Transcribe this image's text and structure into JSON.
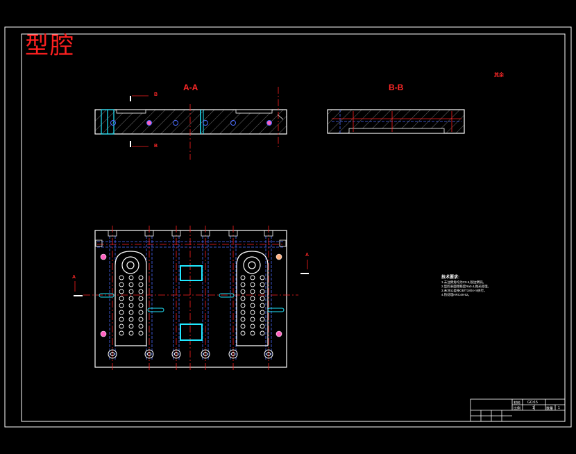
{
  "drawing": {
    "title": "型腔",
    "section_aa": "A-A",
    "section_bb": "B-B",
    "cut_label_b": "B",
    "cut_label_a": "A",
    "roughness_note": "其余",
    "tech_requirements": {
      "heading": "技术要求:",
      "items": [
        "1.未注倒角均为C0.5,锐边倒钝。",
        "2.型腔表面粗糙度Ra0.4,抛光处理。",
        "3.未注公差按GB/T1804-m执行。",
        "4.热处理HRC48-52。"
      ]
    },
    "title_block": {
      "material_label": "材料",
      "material_value": "GCr15",
      "scale_label": "比例",
      "scale_value": "1",
      "qty_label": "数量",
      "qty_value": "1"
    }
  },
  "colors": {
    "background": "#000000",
    "outline": "#ffffff",
    "centerline": "#ff2020",
    "hidden": "#4a6cff",
    "cyan": "#20e8ff",
    "hatch": "#8a8a8a",
    "pink": "#ff60c0"
  }
}
